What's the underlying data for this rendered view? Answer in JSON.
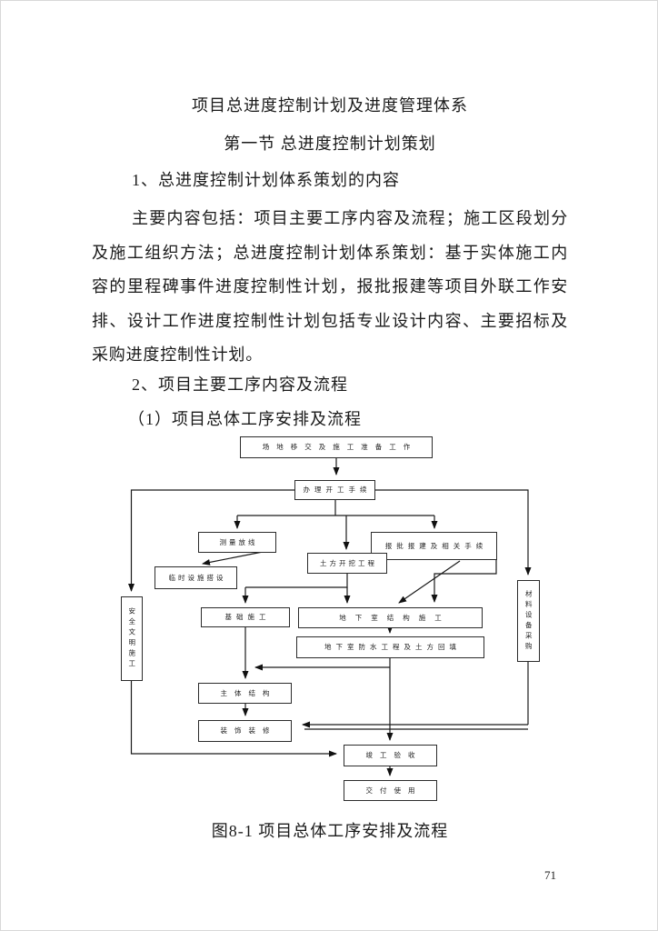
{
  "document": {
    "title": "项目总进度控制计划及进度管理体系",
    "section_heading": "第一节 总进度控制计划策划",
    "item1": "1、总进度控制计划体系策划的内容",
    "paragraph": "主要内容包括：项目主要工序内容及流程；施工区段划分及施工组织方法；总进度控制计划体系策划：基于实体施工内容的里程碑事件进度控制性计划，报批报建等项目外联工作安排、设计工作进度控制性计划包括专业设计内容、主要招标及采购进度控制性计划。",
    "item2": "2、项目主要工序内容及流程",
    "item2_sub": "（1）项目总体工序安排及流程",
    "figure_caption": "图8-1 项目总体工序安排及流程",
    "page_number": "71"
  },
  "flowchart": {
    "boxes": {
      "b1": {
        "label": "场地移交及施工准备工作"
      },
      "b2": {
        "label": "办理开工手续"
      },
      "b3": {
        "label": "测量放线"
      },
      "b4": {
        "label": "临时设施搭设"
      },
      "b5": {
        "label": "土方开挖工程"
      },
      "b6": {
        "label": "报批报建及相关手续"
      },
      "b7": {
        "label": "安全文明施工"
      },
      "b8": {
        "label": "材料设备采购"
      },
      "b9": {
        "label": "基础施工"
      },
      "b10": {
        "label": "地下室结构施工"
      },
      "b11": {
        "label": "地下室防水工程及土方回填"
      },
      "b12": {
        "label": "主体结构"
      },
      "b13": {
        "label": "装饰装修"
      },
      "b14": {
        "label": "竣工验收"
      },
      "b15": {
        "label": "交付使用"
      }
    }
  }
}
